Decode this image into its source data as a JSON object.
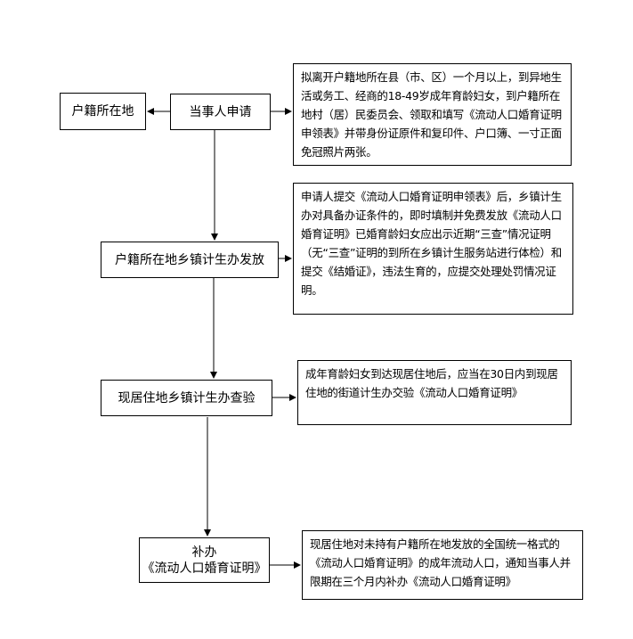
{
  "nodes": {
    "huji_location": "户籍所在地",
    "applicant": "当事人申请",
    "township_issue": "户籍所在地乡镇计生办发放",
    "residence_check": "现居住地乡镇计生办查验",
    "reissue_line1": "补办",
    "reissue_line2": "《流动人口婚育证明》"
  },
  "notes": {
    "apply": "拟离开户籍地所在县（市、区）一个月以上，到异地生活或务工、经商的18-49岁成年育龄妇女，到户籍所在地村（居）民委员会、领取和填写《流动人口婚育证明申领表》并带身份证原件和复印件、户口簿、一寸正面免冠照片两张。",
    "issue": "申请人提交《流动人口婚育证明申领表》后，乡镇计生办对具备办证条件的，即时填制并免费发放《流动人口婚育证明》已婚育龄妇女应出示近期“三查”情况证明（无“三查”证明的到所在乡镇计生服务站进行体检）和提交《结婚证》，违法生育的，应提交处理处罚情况证明。",
    "check": "成年育龄妇女到达现居住地后，应当在30日内到现居住地的街道计生办交验《流动人口婚育证明》",
    "reissue": "现居住地对未持有户籍所在地发放的全国统一格式的《流动人口婚育证明》的成年流动人口，通知当事人并限期在三个月内补办《流动人口婚育证明》"
  }
}
